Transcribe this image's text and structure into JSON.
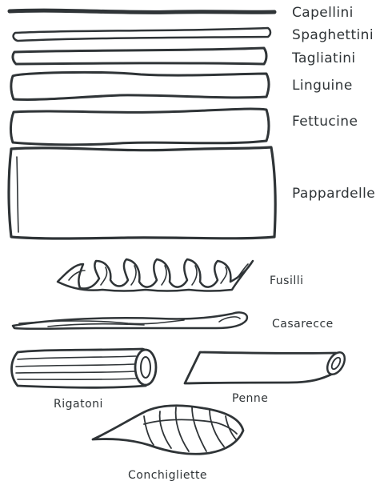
{
  "stroke_color": "#2f3437",
  "background_color": "#ffffff",
  "labels": {
    "capellini": "Capellini",
    "spaghettini": "Spaghettini",
    "tagliatini": "Tagliatini",
    "linguine": "Linguine",
    "fettucine": "Fettucine",
    "pappardelle": "Pappardelle",
    "fusilli": "Fusilli",
    "casarecce": "Casarecce",
    "rigatoni": "Rigatoni",
    "penne": "Penne",
    "conchigliette": "Conchigliette"
  }
}
